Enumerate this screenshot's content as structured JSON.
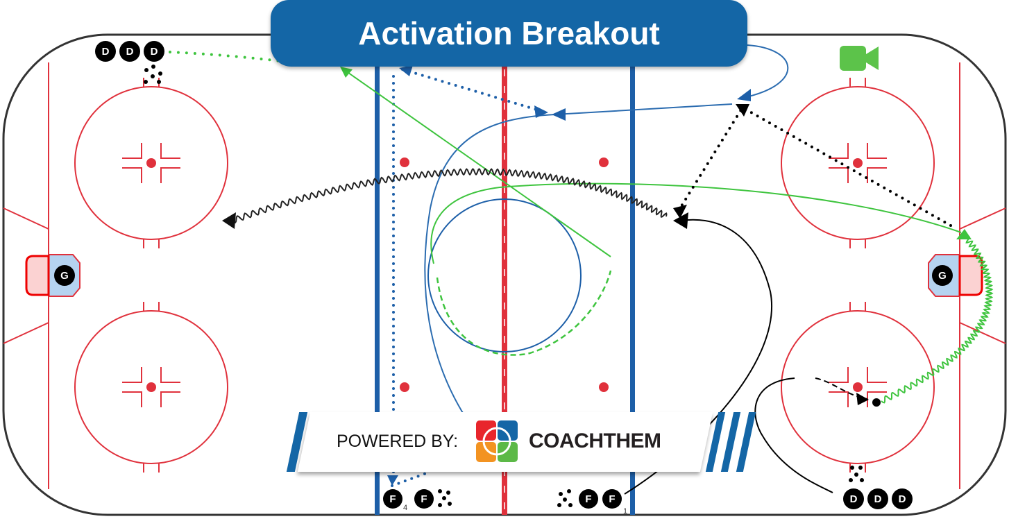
{
  "title": "Activation Breakout",
  "footer": {
    "powered_by": "POWERED BY:",
    "brand": "COACHTHEM"
  },
  "players": {
    "top_left_d": [
      "D",
      "D",
      "D"
    ],
    "bottom_right_d": [
      "D",
      "D",
      "D"
    ],
    "left_goalie": "G",
    "right_goalie": "G",
    "bottom_f_left": [
      "F",
      "F"
    ],
    "bottom_f_right": [
      "F",
      "F"
    ],
    "f_left_subscript": "4",
    "f_right_subscript": "1"
  },
  "icons": {
    "video": "video-camera-icon"
  },
  "colors": {
    "title_bg": "#1466a6",
    "rink_red": "#e0313c",
    "blue_line": "#1d5fa8",
    "pass_green": "#3ec43e",
    "skate_blue": "#2b6cb0",
    "black": "#000000",
    "video_green": "#5cc34a"
  }
}
